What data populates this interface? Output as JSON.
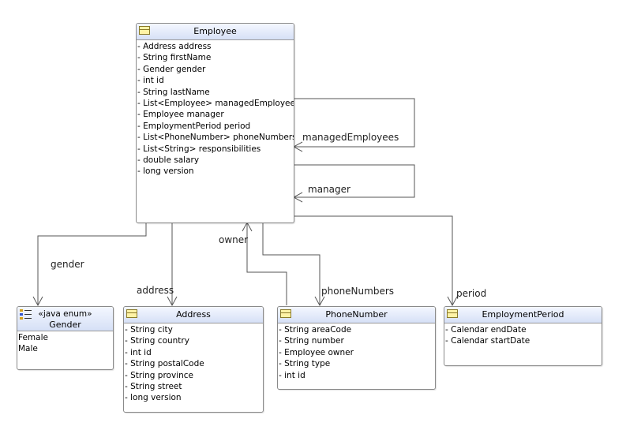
{
  "classes": {
    "employee": {
      "name": "Employee",
      "attributes": [
        "- Address address",
        "- String firstName",
        "- Gender gender",
        "- int id",
        "- String lastName",
        "- List<Employee> managedEmployees",
        "- Employee manager",
        "- EmploymentPeriod period",
        "- List<PhoneNumber> phoneNumbers",
        "- List<String> responsibilities",
        "- double salary",
        "- long version"
      ]
    },
    "gender": {
      "stereotype": "«java enum»",
      "name": "Gender",
      "literals": [
        "Female",
        "Male"
      ]
    },
    "address": {
      "name": "Address",
      "attributes": [
        "- String city",
        "- String country",
        "- int id",
        "- String postalCode",
        "- String province",
        "- String street",
        "- long version"
      ]
    },
    "phone_number": {
      "name": "PhoneNumber",
      "attributes": [
        "- String areaCode",
        "- String number",
        "- Employee owner",
        "- String type",
        "- int id"
      ]
    },
    "employment_period": {
      "name": "EmploymentPeriod",
      "attributes": [
        "- Calendar endDate",
        "- Calendar startDate"
      ]
    }
  },
  "associations": {
    "managed_employees": "managedEmployees",
    "manager": "manager",
    "gender": "gender",
    "address": "address",
    "owner": "owner",
    "phone_numbers": "phoneNumbers",
    "period": "period"
  },
  "colors": {
    "header_top": "#f4f7ff",
    "header_bottom": "#d6e0f6",
    "border": "#8a8a8a",
    "line": "#555555",
    "class_icon": "#fff3a6"
  }
}
